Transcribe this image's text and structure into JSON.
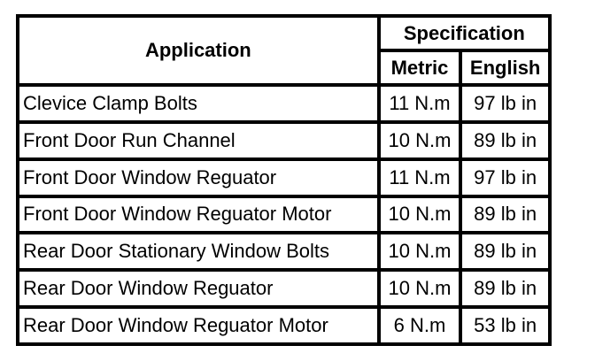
{
  "table": {
    "headers": {
      "application": "Application",
      "specification": "Specification",
      "metric": "Metric",
      "english": "English"
    },
    "rows": [
      {
        "application": "Clevice Clamp Bolts",
        "metric": "11 N.m",
        "english": "97 lb in"
      },
      {
        "application": "Front Door Run Channel",
        "metric": "10 N.m",
        "english": "89 lb in"
      },
      {
        "application": "Front Door Window Reguator",
        "metric": "11 N.m",
        "english": "97 lb in"
      },
      {
        "application": "Front Door Window Reguator Motor",
        "metric": "10 N.m",
        "english": "89 lb in"
      },
      {
        "application": "Rear Door Stationary Window Bolts",
        "metric": "10 N.m",
        "english": "89 lb in"
      },
      {
        "application": "Rear Door Window Reguator",
        "metric": "10 N.m",
        "english": "89 lb in"
      },
      {
        "application": "Rear Door Window Reguator Motor",
        "metric": "6 N.m",
        "english": "53 lb in"
      }
    ]
  }
}
